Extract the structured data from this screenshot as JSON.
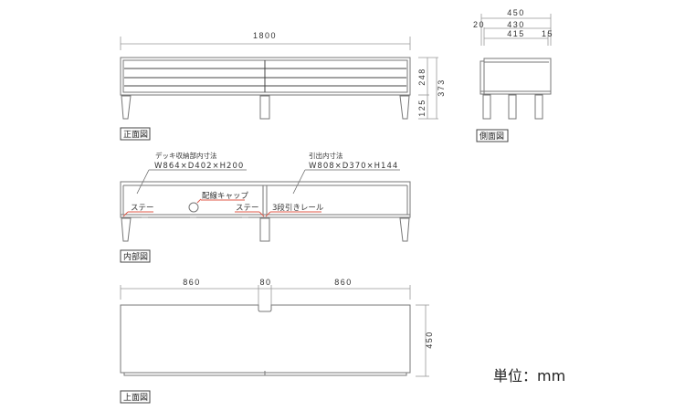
{
  "front_view": {
    "label": "正面図",
    "width_dim": "1800",
    "body_height_dim": "248",
    "total_height_dim": "373",
    "leg_height_dim": "125"
  },
  "side_view": {
    "label": "側面図",
    "total_depth_dim": "450",
    "left_offset_dim": "20",
    "body_depth_dim": "430",
    "inner_depth_dim": "415",
    "right_offset_dim": "15"
  },
  "internal_view": {
    "label": "内部図",
    "deck_storage_title": "デッキ収納部内寸法",
    "deck_storage_dims": "W864×D402×H200",
    "drawer_title": "引出内寸法",
    "drawer_dims": "W808×D370×H144",
    "cable_cap_label": "配線キャップ",
    "stay_left_label": "ステー",
    "stay_right_label": "ステー",
    "rail_label": "3段引きレール"
  },
  "top_view": {
    "label": "上面図",
    "left_width_dim": "860",
    "center_width_dim": "80",
    "right_width_dim": "860",
    "depth_dim": "450"
  },
  "unit_label": "単位：mm",
  "colors": {
    "line": "#777777",
    "accent_leader": "#e05a4a",
    "text": "#333333"
  }
}
